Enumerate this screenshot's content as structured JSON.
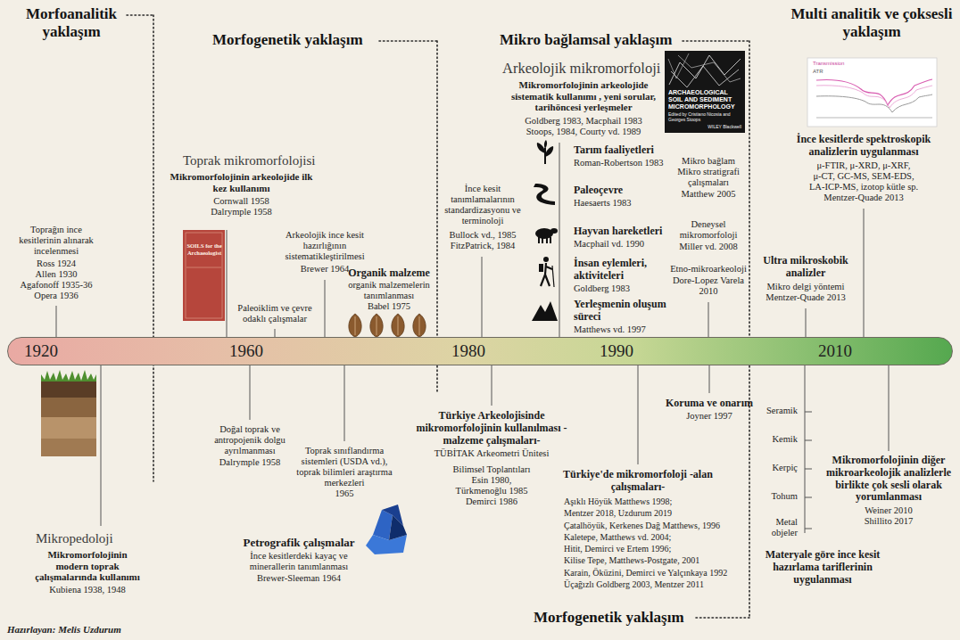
{
  "diagram": {
    "nodes": [
      {
        "text": [
          "1920",
          "1960",
          "1980",
          "1990",
          "2010"
        ]
      }
    ],
    "labels": [
      "Morfoanalitik yaklaşım",
      "Morfogenetik yaklaşım",
      "Mikro bağlamsal yaklaşım",
      "Multi analitik ve çoksesli yaklaşım",
      "Arkeolojik mikromorfoloji",
      "Mikromorfolojinin arkeolojide sistematik kullanımı , yeni sorular, tarihöncesi yerleşmeler",
      "Goldberg 1983, Macphail 1983",
      "Stoops, 1984, Courty vd. 1989",
      "ARCHAEOLOGICAL SOIL AND SEDIMENT MICROMORPHOLOGY",
      "Edited by Cristiano Nicosia and Georges Stoops",
      "WILEY Blackwell",
      "Toprak mikromorfolojisi",
      "Mikromorfolojinin arkeolojide ilk kez kullanımı",
      "Cornwall 1958",
      "Dalrymple 1958",
      "SOILS for the Archaeologist",
      "Toprağın ince kesitlerinin alınarak incelenmesi",
      "Ross 1924",
      "Allen 1930",
      "Agafonoff 1935-36",
      "Opera 1936",
      "Paleoiklim ve çevre odaklı çalışmalar",
      "Arkeolojik ince kesit hazırlığının sistematikleştirilmesi",
      "Brewer 1964",
      "Organik malzeme",
      "organik malzemelerin tanımlanması",
      "Babel 1975",
      "İnce kesit tanımlamalarının standardizasyonu ve terminoloji",
      "Bullock vd., 1985",
      "FitzPatrick, 1984",
      "Tarım faaliyetleri",
      "Roman-Robertson 1983",
      "Paleoçevre",
      "Haesaerts 1983",
      "Hayvan hareketleri",
      "Macphail vd. 1990",
      "İnsan eylemleri, aktiviteleri",
      "Goldberg 1983",
      "Yerleşmenin oluşum süreci",
      "Matthews vd. 1997",
      "Mikro bağlam Mikro stratigrafi çalışmaları",
      "Matthew 2005",
      "Deneysel mikromorfoloji",
      "Miller vd. 2008",
      "Etno-mikroarkeoloji",
      "Dore-Lopez Varela 2010",
      "Ultra mikroskobik analizler",
      "Mikro delgi yöntemi",
      "Mentzer-Quade 2013",
      "Transmission",
      "ATR",
      "İnce kesitlerde spektroskopik analizlerin uygulanması",
      "μ-FTIR, μ-XRD, μ-XRF,",
      "μ-CT, GC-MS, SEM-EDS,",
      "LA-ICP-MS, izotop kütle sp.",
      "Mentzer-Quade 2013",
      "Mikropedoloji",
      "Mikromorfolojinin modern toprak çalışmalarında kullanımı",
      "Kubiena 1938, 1948",
      "Doğal toprak ve antropojenik dolgu ayrılmanması",
      "Dalrymple 1958",
      "Toprak sınıflandırma sistemleri (USDA vd.), toprak bilimleri araştırma merkezleri",
      "1965",
      "Petrografik çalışmalar",
      "İnce kesitlerdeki kayaç ve minerallerin tanımlanması",
      "Brewer-Sleeman 1964",
      "Türkiye Arkeolojisinde mikromorfolojinin kullanılması -malzeme çalışmaları-",
      "TÜBİTAK Arkeometri Ünitesi",
      "Bilimsel Toplantıları",
      "Esin 1980,",
      "Türkmenoğlu 1985",
      "Demirci 1986",
      "Türkiye'de mikromorfoloji -alan çalışmaları-",
      "Aşıklı Höyük Matthews 1998;",
      "Mentzer 2018, Uzdurum 2019",
      "Çatalhöyük, Kerkenes Dağ Matthews, 1996",
      "Kaletepe, Matthews vd. 2004;",
      "Hitit, Demirci ve Ertem 1996;",
      "Kilise Tepe, Matthews-Postgate, 2001",
      "Karain, Öküzini, Demirci ve Yalçınkaya 1992",
      "Üçağızlı Goldberg 2003, Mentzer 2011",
      "Koruma ve onarım",
      "Joyner 1997",
      "Seramik",
      "Kemik",
      "Kerpiç",
      "Tohum",
      "Metal objeler",
      "Materyale göre ince kesit hazırlama tariflerinin uygulanması",
      "Mikromorfolojinin diğer mikroarkeolojik analizlerle birlikte çok sesli olarak yorumlanması",
      "Weiner 2010",
      "Shillito 2017",
      "Morfogenetik yaklaşım",
      "Hazırlayan: Melis Uzdurum"
    ]
  }
}
